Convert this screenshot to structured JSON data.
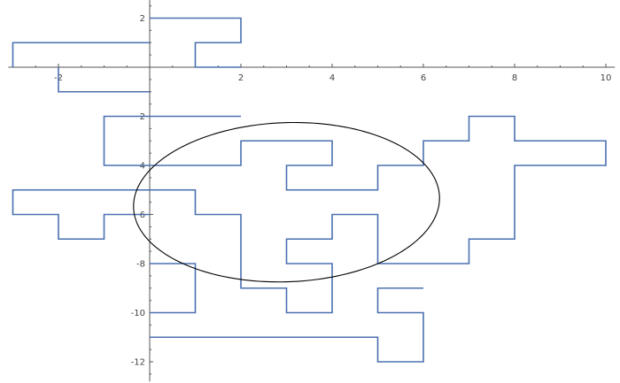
{
  "chart_data": {
    "type": "line",
    "title": "",
    "xlabel": "",
    "ylabel": "",
    "xlim": [
      -3.1,
      10.2
    ],
    "ylim": [
      -12.8,
      2.8
    ],
    "x_ticks": [
      -2,
      2,
      4,
      6,
      8,
      10
    ],
    "x_tick_labels": [
      "-2",
      "2",
      "4",
      "6",
      "8",
      "10"
    ],
    "y_ticks": [
      2,
      -2,
      -4,
      -6,
      -8,
      -10,
      -12
    ],
    "y_tick_labels": [
      "2",
      "2",
      "4",
      "6",
      "-8",
      "-10",
      "-12"
    ],
    "grid": false,
    "colors": {
      "path": "#4a70b0",
      "ellipse": "#000000",
      "axes": "#555555"
    },
    "paths": [
      [
        [
          0,
          2
        ],
        [
          2,
          2
        ],
        [
          2,
          1
        ],
        [
          1,
          1
        ],
        [
          1,
          0
        ],
        [
          2,
          0
        ]
      ],
      [
        [
          0,
          1
        ],
        [
          -3,
          1
        ],
        [
          -3,
          0
        ]
      ],
      [
        [
          -2,
          0
        ],
        [
          -2,
          -1
        ],
        [
          0,
          -1
        ]
      ],
      [
        [
          2,
          -2
        ],
        [
          -1,
          -2
        ],
        [
          -1,
          -4
        ],
        [
          0,
          -4
        ]
      ],
      [
        [
          0,
          -4
        ],
        [
          2,
          -4
        ],
        [
          2,
          -3
        ],
        [
          4,
          -3
        ],
        [
          4,
          -4
        ],
        [
          3,
          -4
        ],
        [
          3,
          -5
        ],
        [
          5,
          -5
        ],
        [
          5,
          -4
        ],
        [
          6,
          -4
        ],
        [
          6,
          -3
        ],
        [
          7,
          -3
        ],
        [
          7,
          -2
        ],
        [
          8,
          -2
        ],
        [
          8,
          -3
        ],
        [
          10,
          -3
        ],
        [
          10,
          -4
        ],
        [
          8,
          -4
        ],
        [
          8,
          -7
        ],
        [
          7,
          -7
        ],
        [
          7,
          -8
        ],
        [
          5,
          -8
        ],
        [
          5,
          -6
        ],
        [
          4,
          -6
        ],
        [
          4,
          -7
        ],
        [
          3,
          -7
        ],
        [
          3,
          -8
        ],
        [
          4,
          -8
        ],
        [
          4,
          -10
        ],
        [
          3,
          -10
        ],
        [
          3,
          -9
        ],
        [
          2,
          -9
        ],
        [
          2,
          -6
        ],
        [
          1,
          -6
        ],
        [
          1,
          -5
        ],
        [
          -3,
          -5
        ],
        [
          -3,
          -6
        ],
        [
          -2,
          -6
        ],
        [
          -2,
          -7
        ],
        [
          -1,
          -7
        ],
        [
          -1,
          -6
        ],
        [
          0,
          -6
        ]
      ],
      [
        [
          0,
          -8
        ],
        [
          1,
          -8
        ],
        [
          1,
          -10
        ],
        [
          0,
          -10
        ]
      ],
      [
        [
          0,
          -11
        ],
        [
          5,
          -11
        ],
        [
          5,
          -12
        ],
        [
          6,
          -12
        ],
        [
          6,
          -10
        ],
        [
          5,
          -10
        ],
        [
          5,
          -9
        ],
        [
          6,
          -9
        ]
      ]
    ],
    "ellipse": {
      "cx": 3.0,
      "cy": -5.5,
      "rx": 3.4,
      "ry": 3.2,
      "rotation_deg": 29
    }
  }
}
